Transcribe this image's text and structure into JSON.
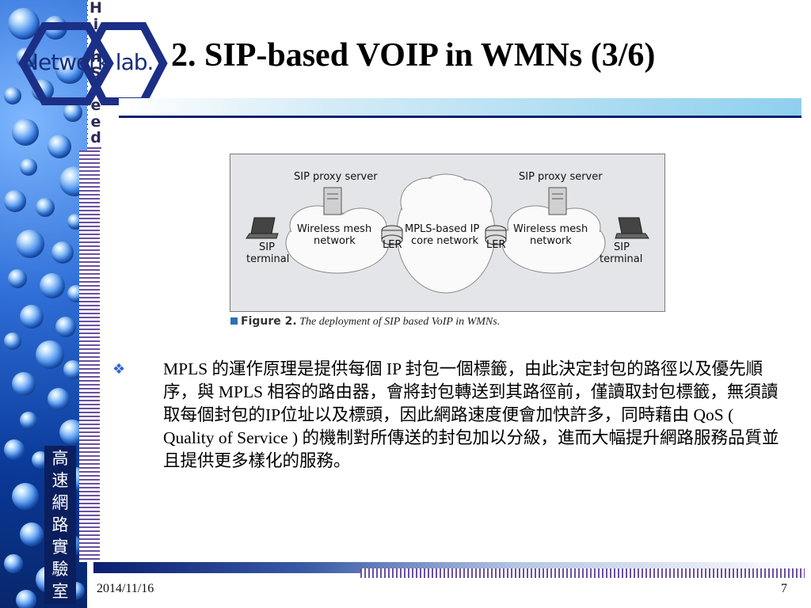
{
  "slide": {
    "title": "2. SIP-based VOIP in WMNs (3/6)",
    "logo_text": "Network lab.",
    "vertical_letters": [
      "H",
      "i",
      "g",
      "h",
      "S",
      "p",
      "e",
      "e",
      "d"
    ],
    "lab_name_chars": [
      "高",
      "速",
      "網",
      "路",
      "實",
      "驗",
      "室"
    ]
  },
  "figure": {
    "labels": {
      "left_proxy": "SIP proxy server",
      "right_proxy": "SIP proxy server",
      "left_mesh_1": "Wireless mesh",
      "left_mesh_2": "network",
      "core_1": "MPLS-based IP",
      "core_2": "core network",
      "right_mesh_1": "Wireless mesh",
      "right_mesh_2": "network",
      "ler_left": "LER",
      "ler_right": "LER",
      "left_terminal_1": "SIP",
      "left_terminal_2": "terminal",
      "right_terminal_1": "SIP",
      "right_terminal_2": "terminal"
    },
    "caption_number": "Figure 2.",
    "caption_text": "The deployment of SIP based VoIP in WMNs."
  },
  "body": {
    "bullet_icon": "❖",
    "paragraph": "MPLS 的運作原理是提供每個 IP 封包一個標籤，由此決定封包的路徑以及優先順序，與 MPLS 相容的路由器，會將封包轉送到其路徑前，僅讀取封包標籤，無須讀取每個封包的IP位址以及標頭，因此網路速度便會加快許多，同時藉由 QoS ( Quality of Service ) 的機制對所傳送的封包加以分級，進而大幅提升網路服務品質並且提供更多樣化的服務。"
  },
  "footer": {
    "date": "2014/11/16",
    "page_number": "7"
  },
  "colors": {
    "accent_blue": "#0b1f6e",
    "bullet_blue": "#3366cc",
    "stripe_purple": "#6a4fa0"
  }
}
